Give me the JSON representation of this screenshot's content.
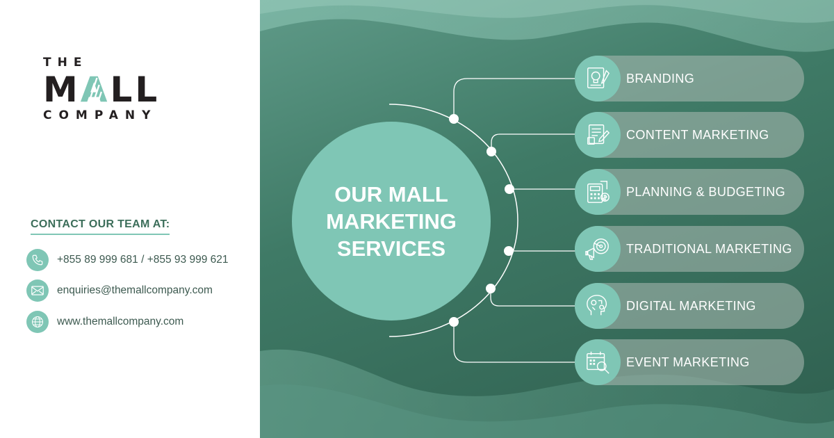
{
  "brand": {
    "line1": "THE",
    "line2_m": "M",
    "line2_a": "A",
    "line2_ll": "LL",
    "line3": "COMPANY"
  },
  "contact": {
    "heading": "CONTACT OUR TEAM AT:",
    "phone": "+855 89 999 681 / +855 93 999 621",
    "email": "enquiries@themallcompany.com",
    "website": "www.themallcompany.com"
  },
  "center": {
    "title": "OUR MALL MARKETING SERVICES"
  },
  "services": [
    {
      "label": "BRANDING",
      "icon": "lightbulb-document-icon"
    },
    {
      "label": "CONTENT MARKETING",
      "icon": "document-pencil-icon"
    },
    {
      "label": "PLANNING & BUDGETING",
      "icon": "calculator-coin-icon"
    },
    {
      "label": "TRADITIONAL MARKETING",
      "icon": "megaphone-target-icon"
    },
    {
      "label": "DIGITAL MARKETING",
      "icon": "marketing-head-icon"
    },
    {
      "label": "EVENT MARKETING",
      "icon": "calendar-search-icon"
    }
  ],
  "colors": {
    "accent": "#7fc6b5",
    "heading": "#3c6e5a",
    "background_dark": "#2f5f4f"
  }
}
